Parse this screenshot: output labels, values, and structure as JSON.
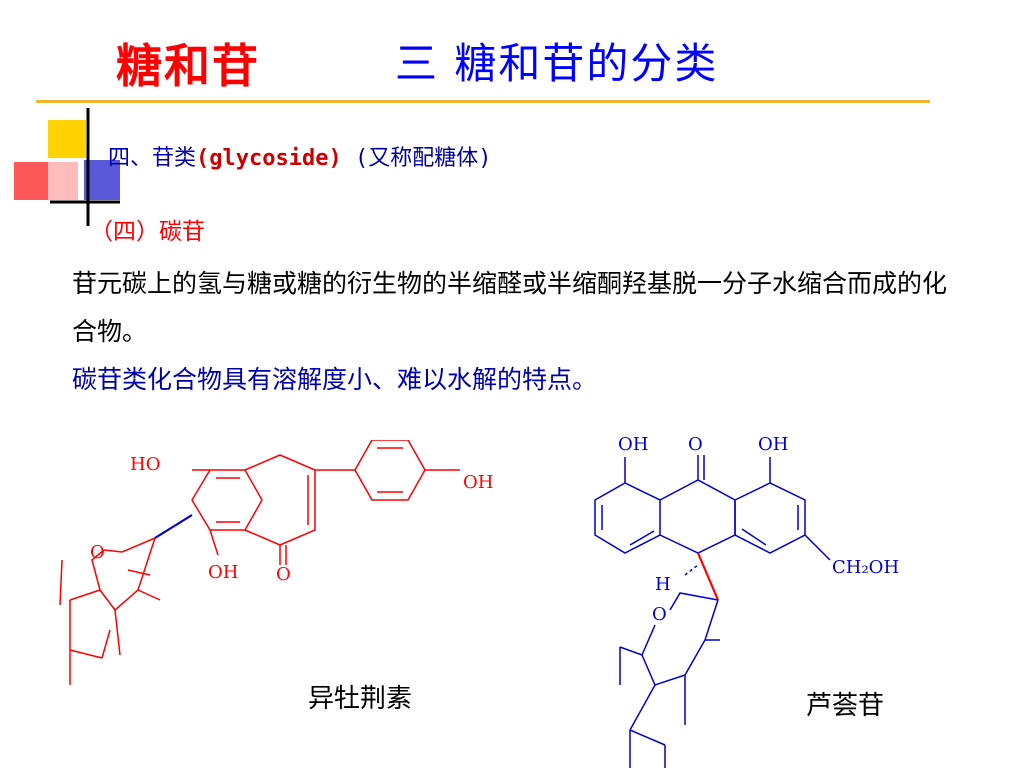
{
  "title": {
    "left": "糖和苷",
    "right": "三  糖和苷的分类"
  },
  "section": {
    "part1": "四、苷类",
    "part2": "(glycoside)",
    "part3": " (又称配糖体)"
  },
  "subsection": "（四）碳苷",
  "paragraph1": " 苷元碳上的氢与糖或糖的衍生物的半缩醛或半缩酮羟基脱一分子水缩合而成的化合物。",
  "paragraph2": "碳苷类化合物具有溶解度小、难以水解的特点。",
  "structure1": {
    "caption": "异牡荆素",
    "labels": {
      "ho": "HO",
      "oh_right": "OH",
      "oh_bottom": "OH",
      "carbonyl_o": "O",
      "ring_o": "O"
    }
  },
  "structure2": {
    "caption": "芦荟苷",
    "labels": {
      "oh_left": "OH",
      "carbonyl_o": "O",
      "oh_right": "OH",
      "ch2oh": "CH₂OH",
      "h": "H",
      "ring_o": "O"
    }
  },
  "colors": {
    "title_left": "#ff0000",
    "title_right": "#0000ff",
    "rule": "#f5b731",
    "structure1": "#ff0000",
    "structure2": "#0000ff"
  }
}
